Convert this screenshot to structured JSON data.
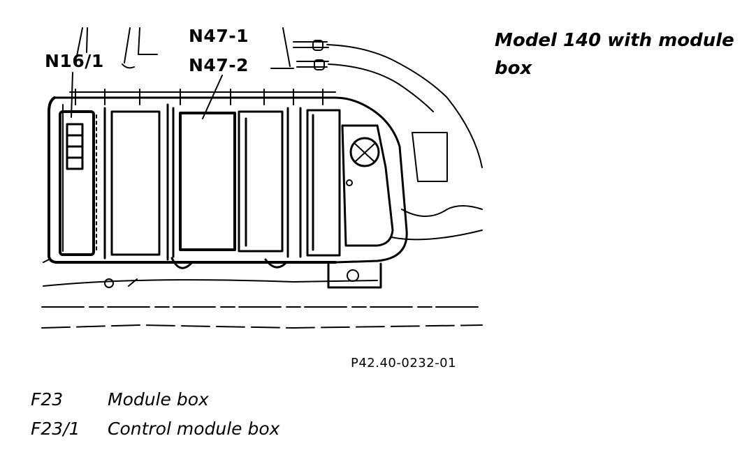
{
  "figure": {
    "callouts": {
      "n16_1": "N16/1",
      "n47_1": "N47-1",
      "n47_2": "N47-2"
    },
    "caption": "Model 140 with module box",
    "reference": "P42.40-0232-01"
  },
  "legend": [
    {
      "code": "F23",
      "description": "Module box"
    },
    {
      "code": "F23/1",
      "description": "Control module box"
    }
  ]
}
